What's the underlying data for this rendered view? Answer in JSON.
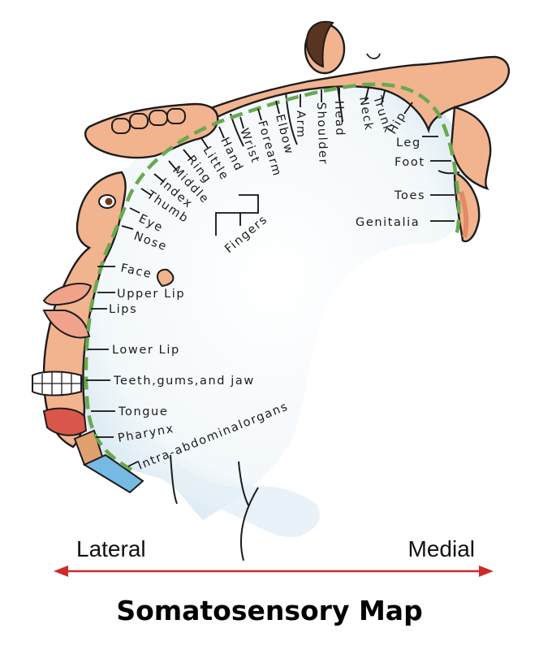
{
  "title": "Somatosensory Map",
  "axis": {
    "left": "Lateral",
    "right": "Medial",
    "arrow_color": "#cc2b2b"
  },
  "colors": {
    "skin": "#f2b38f",
    "outline": "#1c1c1c",
    "cortex_tint": "#dcebf3",
    "boundary": "#6aa84f",
    "lip": "#f0a38a",
    "tongue": "#d9574a",
    "hair": "#5a3420"
  },
  "labels": {
    "genitalia": "Genitalia",
    "toes": "Toes",
    "foot": "Foot",
    "leg": "Leg",
    "hip": "Hip",
    "trunk": "Trunk",
    "neck": "Neck",
    "head": "Head",
    "shoulder": "Shoulder",
    "arm": "Arm",
    "elbow": "Elbow",
    "forearm": "Forearm",
    "wrist": "Wrist",
    "hand": "Hand",
    "little": "Little",
    "ring": "Ring",
    "middle": "Middle",
    "index": "Index",
    "thumb": "Thumb",
    "fingers": "Fingers",
    "eye": "Eye",
    "nose": "Nose",
    "face": "Face",
    "upper_lip": "Upper Lip",
    "lips": "Lips",
    "lower_lip": "Lower Lip",
    "teeth": "Teeth,gums,and jaw",
    "tongue": "Tongue",
    "pharynx": "Pharynx",
    "intra": "Intra-abdominalorgans"
  }
}
